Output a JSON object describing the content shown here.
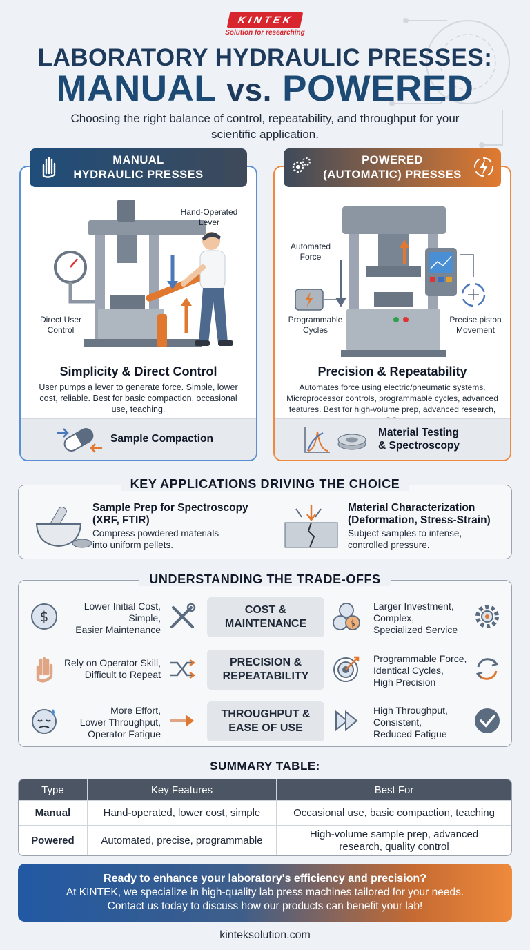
{
  "logo": {
    "brand": "KINTEK",
    "tagline": "Solution for researching"
  },
  "header": {
    "title_line1": "LABORATORY HYDRAULIC PRESSES:",
    "title_manual": "MANUAL",
    "title_vs": "vs.",
    "title_powered": "POWERED",
    "subtitle": "Choosing the right balance of control, repeatability, and throughput for your scientific application."
  },
  "manual": {
    "head_line1": "MANUAL",
    "head_line2": "HYDRAULIC PRESSES",
    "label_lever": "Hand-Operated Lever",
    "label_control": "Direct User Control",
    "title": "Simplicity & Direct Control",
    "description": "User pumps a lever to generate force. Simple, lower cost, reliable. Best for basic compaction, occasional use, teaching.",
    "footer": "Sample Compaction"
  },
  "powered": {
    "head_line1": "POWERED",
    "head_line2": "(AUTOMATIC) PRESSES",
    "label_force": "Automated Force",
    "label_cycles": "Programmable Cycles",
    "label_piston": "Precise piston Movement",
    "title": "Precision & Repeatability",
    "description": "Automates force using electric/pneumatic systems. Microprocessor controls, programmable cycles, advanced features. Best for high-volume prep, advanced research, QC.",
    "footer_line1": "Material Testing",
    "footer_line2": "& Spectroscopy"
  },
  "applications": {
    "heading": "KEY APPLICATIONS DRIVING THE CHOICE",
    "items": [
      {
        "title_line1": "Sample Prep for Spectroscopy",
        "title_line2": "(XRF, FTIR)",
        "desc_line1": "Compress powdered materials",
        "desc_line2": "into uniform pellets."
      },
      {
        "title_line1": "Material Characterization",
        "title_line2": "(Deformation, Stress-Strain)",
        "desc_line1": "Subject samples to intense,",
        "desc_line2": "controlled pressure."
      }
    ]
  },
  "tradeoffs": {
    "heading": "UNDERSTANDING THE TRADE-OFFS",
    "rows": [
      {
        "category_line1": "COST &",
        "category_line2": "MAINTENANCE",
        "manual": [
          "Lower Initial Cost,",
          "Simple,",
          "Easier Maintenance"
        ],
        "powered": [
          "Larger Investment,",
          "Complex,",
          "Specialized Service"
        ]
      },
      {
        "category_line1": "PRECISION &",
        "category_line2": "REPEATABILITY",
        "manual": [
          "Rely on Operator Skill,",
          "Difficult to Repeat"
        ],
        "powered": [
          "Programmable Force,",
          "Identical Cycles,",
          "High Precision"
        ]
      },
      {
        "category_line1": "THROUGHPUT &",
        "category_line2": "EASE OF USE",
        "manual": [
          "More Effort,",
          "Lower Throughput,",
          "Operator Fatigue"
        ],
        "powered": [
          "High Throughput,",
          "Consistent,",
          "Reduced Fatigue"
        ]
      }
    ]
  },
  "summary": {
    "heading": "SUMMARY TABLE:",
    "columns": [
      "Type",
      "Key Features",
      "Best For"
    ],
    "rows": [
      [
        "Manual",
        "Hand-operated, lower cost, simple",
        "Occasional use, basic compaction, teaching"
      ],
      [
        "Powered",
        "Automated, precise, programmable",
        "High-volume sample prep, advanced",
        "research, quality control"
      ]
    ]
  },
  "cta": {
    "line1": "Ready to enhance your laboratory's efficiency and precision?",
    "line2": "At KINTEK, we specialize in high-quality lab press machines tailored for your needs.",
    "line3": "Contact us today to discuss how our products can benefit your lab!"
  },
  "website": "kinteksolution.com",
  "colors": {
    "navy": "#1d4a74",
    "orange": "#ee8a3c",
    "blue_border": "#5a8fd4",
    "brand_red": "#d7262e"
  }
}
